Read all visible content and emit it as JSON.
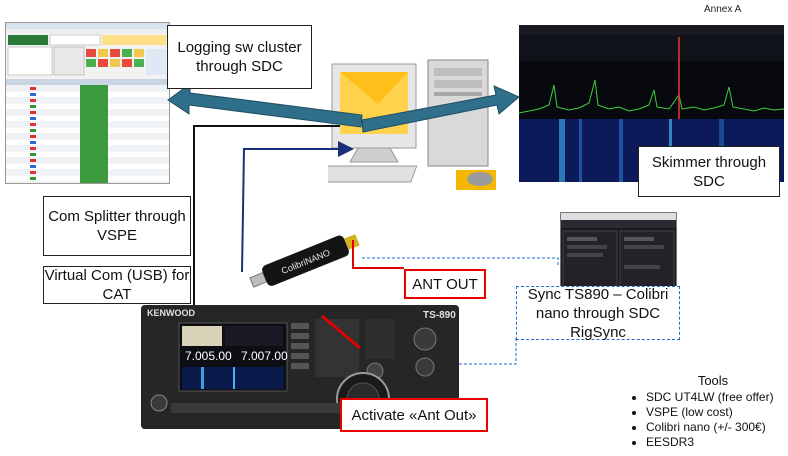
{
  "annex": "Annex A",
  "labels": {
    "logging": [
      "Logging sw cluster",
      "through SDC"
    ],
    "skimmer": [
      "Skimmer through",
      "SDC"
    ],
    "com_splitter": [
      "Com Splitter through",
      "VSPE"
    ],
    "virtual_com": [
      "Virtual Com (USB) for",
      "CAT"
    ],
    "ant_out": "ANT OUT",
    "sync": [
      "Sync TS890 – Colibri",
      "nano through SDC",
      "RigSync"
    ],
    "activate": "Activate «Ant Out»"
  },
  "tools": {
    "title": "Tools",
    "items": [
      "SDC UT4LW (free offer)",
      "VSPE (low cost)",
      "Colibri nano (+/- 300€)",
      "EESDR3"
    ]
  },
  "radio": {
    "brand": "KENWOOD",
    "model": "TS-890",
    "freq_a": "7.005.00",
    "freq_b": "7.007.00"
  },
  "dongle": {
    "brand": "ColibriNANO"
  },
  "colors": {
    "arrow_teal": "#2f6f8a",
    "connector_navy": "#1c2f7a",
    "ant_red": "#e00000",
    "sync_blue": "#1e6fd0"
  }
}
